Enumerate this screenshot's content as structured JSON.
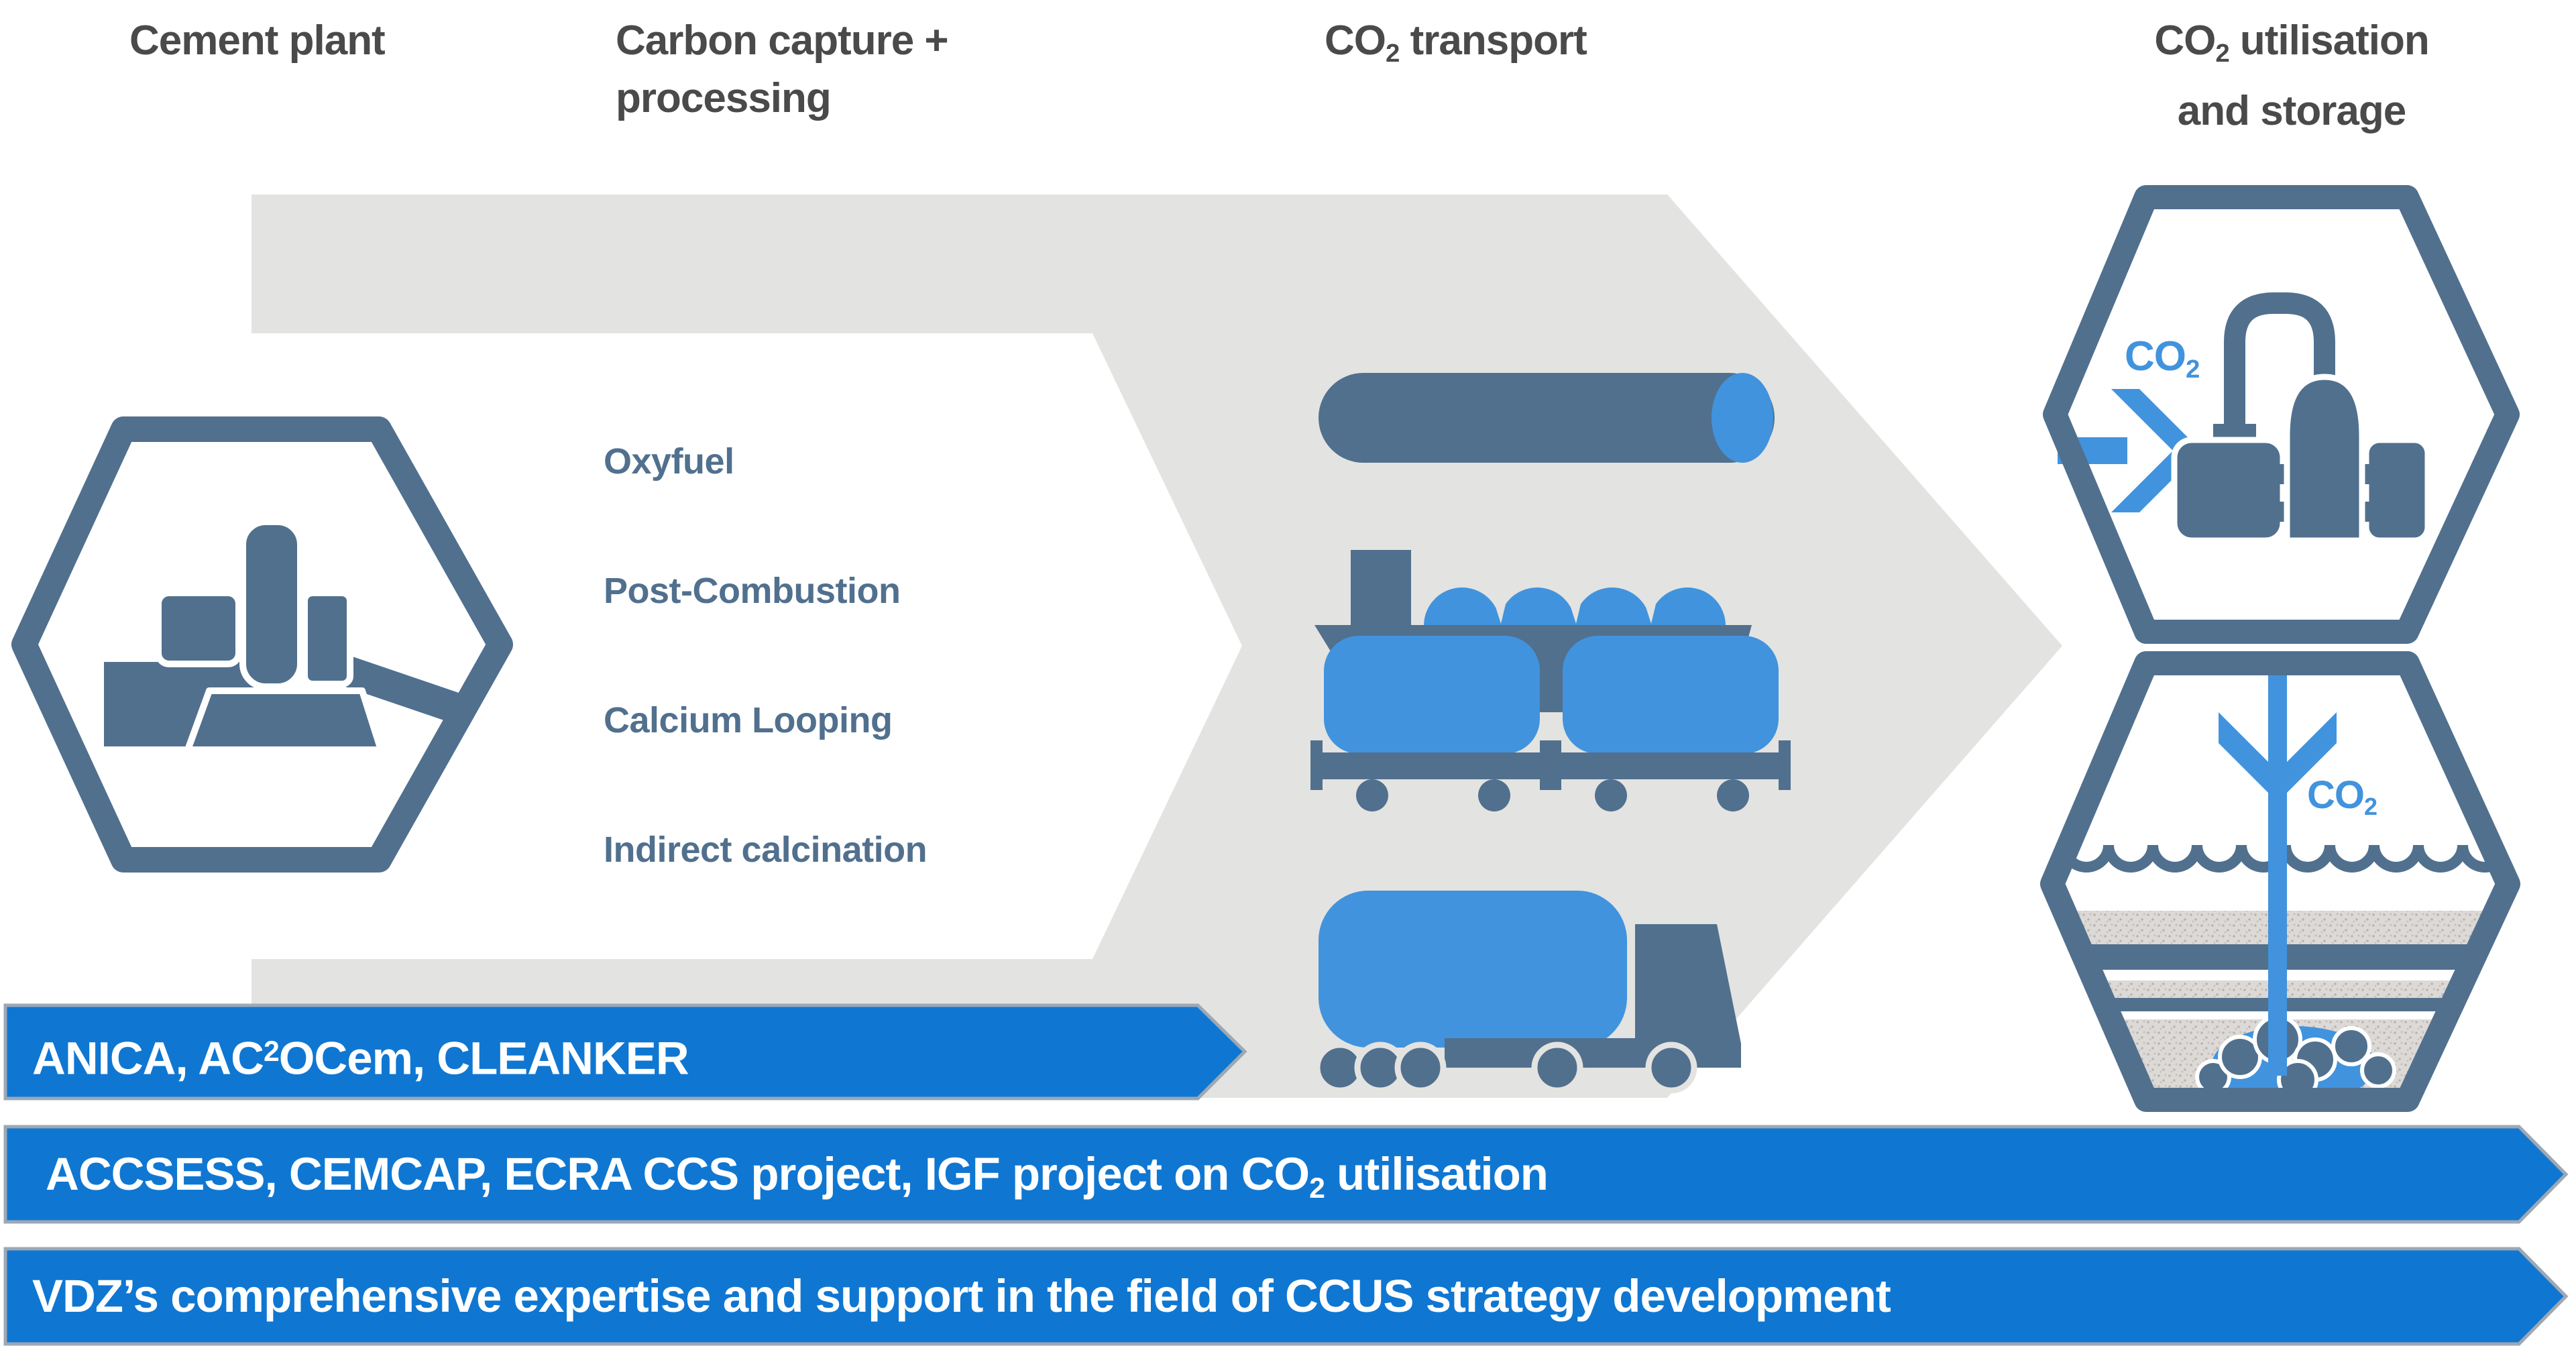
{
  "headers": {
    "cement_plant": "Cement plant",
    "carbon_capture_line1": "Carbon capture +",
    "carbon_capture_line2": "processing",
    "co2_transport": {
      "pre": "CO",
      "sub": "2",
      "post": " transport"
    },
    "co2_utilisation_line1": {
      "pre": "CO",
      "sub": "2",
      "post": " utilisation"
    },
    "co2_utilisation_line2": "and storage"
  },
  "capture_methods": [
    "Oxyfuel",
    "Post-Combustion",
    "Calcium Looping",
    "Indirect calcination"
  ],
  "hexagons": {
    "utilisation_label": {
      "pre": "CO",
      "sub": "2"
    },
    "storage_label": {
      "pre": "CO",
      "sub": "2"
    }
  },
  "banners": [
    {
      "pre": "ANICA, AC",
      "sup": "2",
      "post": "OCem, CLEANKER"
    },
    {
      "pre": "ACCSESS, CEMCAP, ECRA CCS project, IGF project on CO",
      "sub": "2",
      "post": " utilisation"
    },
    {
      "text": "VDZ’s comprehensive expertise and support in the field of CCUS strategy development"
    }
  ],
  "icons": {
    "cement_plant": "cement-plant-icon",
    "pipeline": "pipeline-icon",
    "ship": "lng-ship-icon",
    "rail": "rail-tank-wagons-icon",
    "truck": "tank-truck-icon",
    "utilisation_plant": "utilisation-plant-icon",
    "co2_inflow": "co2-inflow-arrow-icon",
    "co2_injection": "co2-injection-arrow-icon",
    "wave": "sea-wave-icon",
    "stones": "storage-stones-icon"
  },
  "colors": {
    "slate": "#51708e",
    "icon_blue": "#4193dd",
    "banner_blue": "#0f77d2",
    "banner_border": "#9da8b5",
    "process_arrow_gray": "#e3e3e1",
    "heading_text": "#4a4a4a",
    "capture_text": "#51708e",
    "sand": "#dcd9d6",
    "white": "#ffffff"
  }
}
